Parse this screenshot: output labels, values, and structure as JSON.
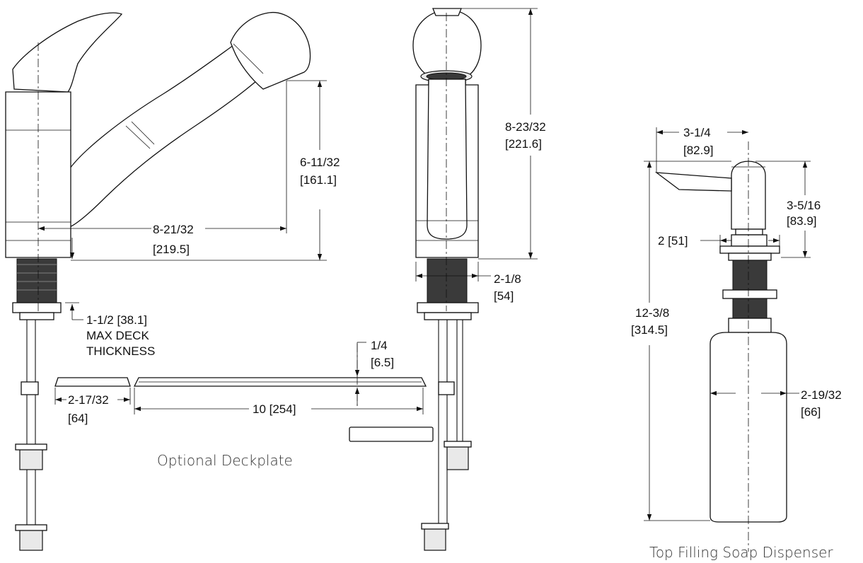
{
  "dimensions": {
    "spout_reach": {
      "frac": "8-21/32",
      "mm": "[219.5]"
    },
    "spout_height": {
      "frac": "6-11/32",
      "mm": "[161.1]"
    },
    "deck_thickness": {
      "line1": "1-1/2 [38.1]",
      "line2": "MAX DECK",
      "line3": "THICKNESS"
    },
    "overall_height": {
      "frac": "8-23/32",
      "mm": "[221.6]"
    },
    "base_diameter": {
      "frac": "2-1/8",
      "mm": "[54]"
    },
    "deckplate_thickness": {
      "frac": "1/4",
      "mm": "[6.5]"
    },
    "deckplate_width": {
      "frac": "2-17/32",
      "mm": "[64]"
    },
    "deckplate_length": {
      "text": "10  [254]"
    },
    "soap_reach": {
      "frac": "3-1/4",
      "mm": "[82.9]"
    },
    "soap_head_height": {
      "frac": "3-5/16",
      "mm": "[83.9]"
    },
    "soap_flange": {
      "text": "2  [51]"
    },
    "soap_total_height": {
      "frac": "12-3/8",
      "mm": "[314.5]"
    },
    "soap_bottle_diameter": {
      "frac": "2-19/32",
      "mm": "[66]"
    }
  },
  "captions": {
    "deckplate": "Optional Deckplate",
    "soap_dispenser": "Top Filling Soap Dispenser"
  }
}
